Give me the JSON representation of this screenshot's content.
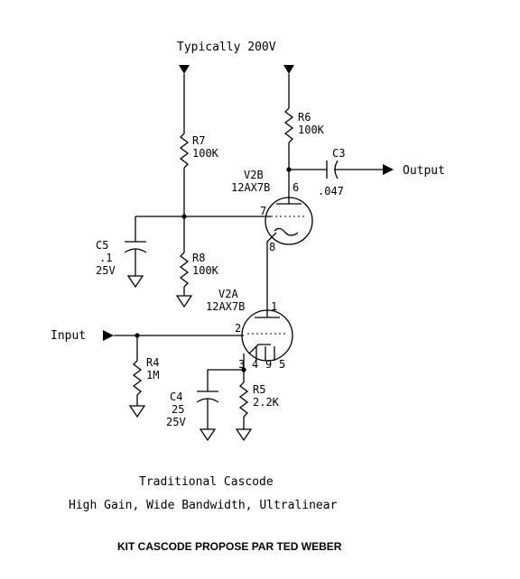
{
  "supply_label": "Typically 200V",
  "components": {
    "r7": {
      "ref": "R7",
      "value": "100K"
    },
    "r6": {
      "ref": "R6",
      "value": "100K"
    },
    "c3": {
      "ref": "C3",
      "value": ".047"
    },
    "v2b": {
      "ref": "V2B",
      "type": "12AX7B"
    },
    "c5": {
      "ref": "C5",
      "value": ".1",
      "voltage": "25V"
    },
    "r8": {
      "ref": "R8",
      "value": "100K"
    },
    "v2a": {
      "ref": "V2A",
      "type": "12AX7B"
    },
    "r4": {
      "ref": "R4",
      "value": "1M"
    },
    "c4": {
      "ref": "C4",
      "value": "25",
      "voltage": "25V"
    },
    "r5": {
      "ref": "R5",
      "value": "2.2K"
    }
  },
  "pins": {
    "v2b_plate": "6",
    "v2b_grid": "7",
    "v2b_cathode": "8",
    "v2a_plate": "1",
    "v2a_grid": "2",
    "v2a_heater": [
      "3",
      "4",
      "9",
      "5"
    ]
  },
  "io": {
    "input": "Input",
    "output": "Output"
  },
  "caption": {
    "title": "Traditional Cascode",
    "subtitle": "High Gain, Wide Bandwidth, Ultralinear",
    "footer": "KIT CASCODE PROPOSE PAR TED WEBER"
  }
}
